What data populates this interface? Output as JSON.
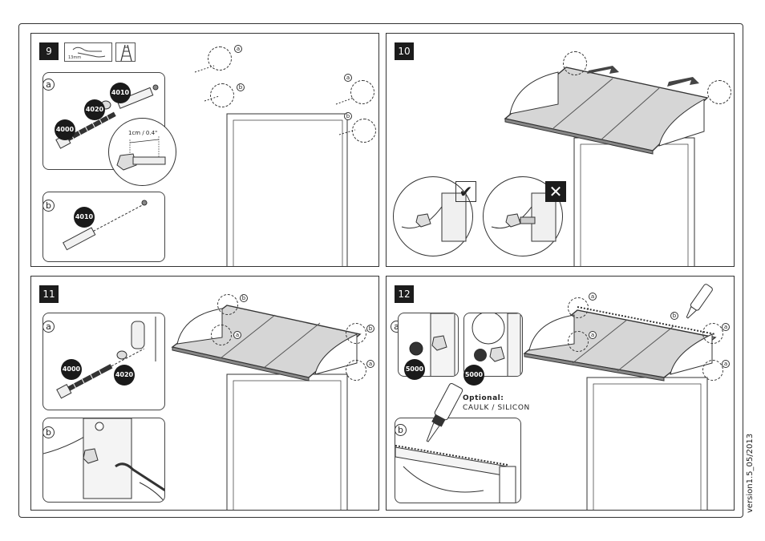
{
  "version": "version1.5_05/2013",
  "steps": [
    {
      "number": "9",
      "tool_size": "13mm",
      "sub_a": {
        "letter": "a",
        "parts": [
          "4000",
          "4020",
          "4010"
        ],
        "measurement": "1cm / 0.4\""
      },
      "sub_b": {
        "letter": "b",
        "parts": [
          "4010"
        ]
      },
      "callouts": [
        "a",
        "b",
        "a",
        "b"
      ]
    },
    {
      "number": "10",
      "check_symbol": "✔",
      "cross_symbol": "✕"
    },
    {
      "number": "11",
      "sub_a": {
        "letter": "a",
        "parts": [
          "4000",
          "4020"
        ]
      },
      "sub_b": {
        "letter": "b"
      },
      "callouts": [
        "b",
        "a",
        "b",
        "a"
      ]
    },
    {
      "number": "12",
      "sub_a": {
        "letter": "a",
        "parts": [
          "5000",
          "5000"
        ]
      },
      "sub_b": {
        "letter": "b"
      },
      "optional_label": "Optional:",
      "optional_text": "CAULK / SILICON",
      "callouts": [
        "a",
        "a",
        "b",
        "a",
        "a"
      ]
    }
  ],
  "colors": {
    "ink": "#222222",
    "panel_glass": "#d0d0d0",
    "badge": "#1a1a1a"
  }
}
